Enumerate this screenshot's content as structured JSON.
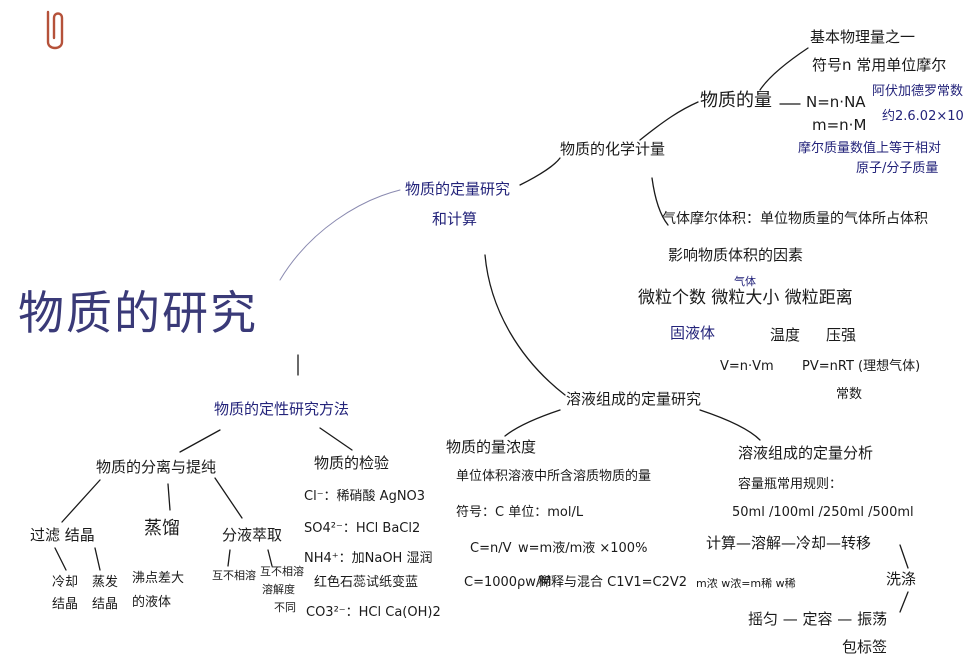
{
  "colors": {
    "ink": "#1a1a1a",
    "blue_ink": "#23237a",
    "title": "#3a3a78",
    "clip": "#b5523a"
  },
  "central": "物质的研究",
  "branch_quant": {
    "label_line1": "物质的定量研究",
    "label_line2": "和计算",
    "moles": {
      "label": "物质的化学计量",
      "amount": {
        "label": "物质的量",
        "def_line1": "基本物理量之一",
        "def_line2": "符号n 常用单位摩尔",
        "formula1": "N=n·NA",
        "avogadro_line1": "阿伏加德罗常数",
        "avogadro_line2": "约2.6.02×10",
        "formula2": "m=n·M",
        "molar_mass_line1": "摩尔质量数值上等于相对",
        "molar_mass_line2": "原子/分子质量"
      },
      "gas": {
        "def": "气体摩尔体积：单位物质量的气体所占体积",
        "factors_title": "影响物质体积的因素",
        "gas_tag": "气体",
        "factors": "微粒个数 微粒大小 微粒距离",
        "solid_liquid": "固液体",
        "temp": "温度",
        "pressure": "压强",
        "formula1": "V=n·Vm",
        "formula2": "PV=nRT (理想气体)",
        "constant": "常数"
      }
    },
    "solution": {
      "label": "溶液组成的定量研究",
      "conc": {
        "label": "物质的量浓度",
        "def": "单位体积溶液中所含溶质物质的量",
        "symbol": "符号：C  单位：mol/L",
        "formula_c": "C=n/V",
        "formula_w": "w=m液/m液 ×100%",
        "formula_c2": "C=1000ρw/M",
        "dilute": "稀释与混合 C1V1=C2V2"
      },
      "analysis": {
        "label": "溶液组成的定量分析",
        "flask": "容量瓶常用规则：",
        "sizes": "50ml /100ml /250ml /500ml",
        "steps": "计算—溶解—冷却—转移",
        "mass_eq": "m浓 w浓=m稀 w稀",
        "wash": "洗涤",
        "steps2": "摇匀 — 定容 — 振荡",
        "label_bottle": "包标签"
      }
    }
  },
  "branch_qual": {
    "label": "物质的定性研究方法",
    "separation": {
      "label": "物质的分离与提纯",
      "filter": "过滤 结晶",
      "cool": "冷却",
      "cool2": "结晶",
      "evap": "蒸发",
      "evap2": "结晶",
      "distill": "蒸馏",
      "distill_desc1": "沸点差大",
      "distill_desc2": "的液体",
      "extract": "分液萃取",
      "immiscible": "互不相溶",
      "misc1": "互不相溶",
      "misc2": "溶解度",
      "misc3": "不同"
    },
    "test": {
      "label": "物质的检验",
      "cl": "Cl⁻：稀硝酸 AgNO3",
      "so4": "SO4²⁻：HCl BaCl2",
      "nh4": "NH4⁺：加NaOH 湿润",
      "nh4b": "红色石蕊试纸变蓝",
      "co3": "CO3²⁻：HCl Ca(OH)2"
    }
  }
}
